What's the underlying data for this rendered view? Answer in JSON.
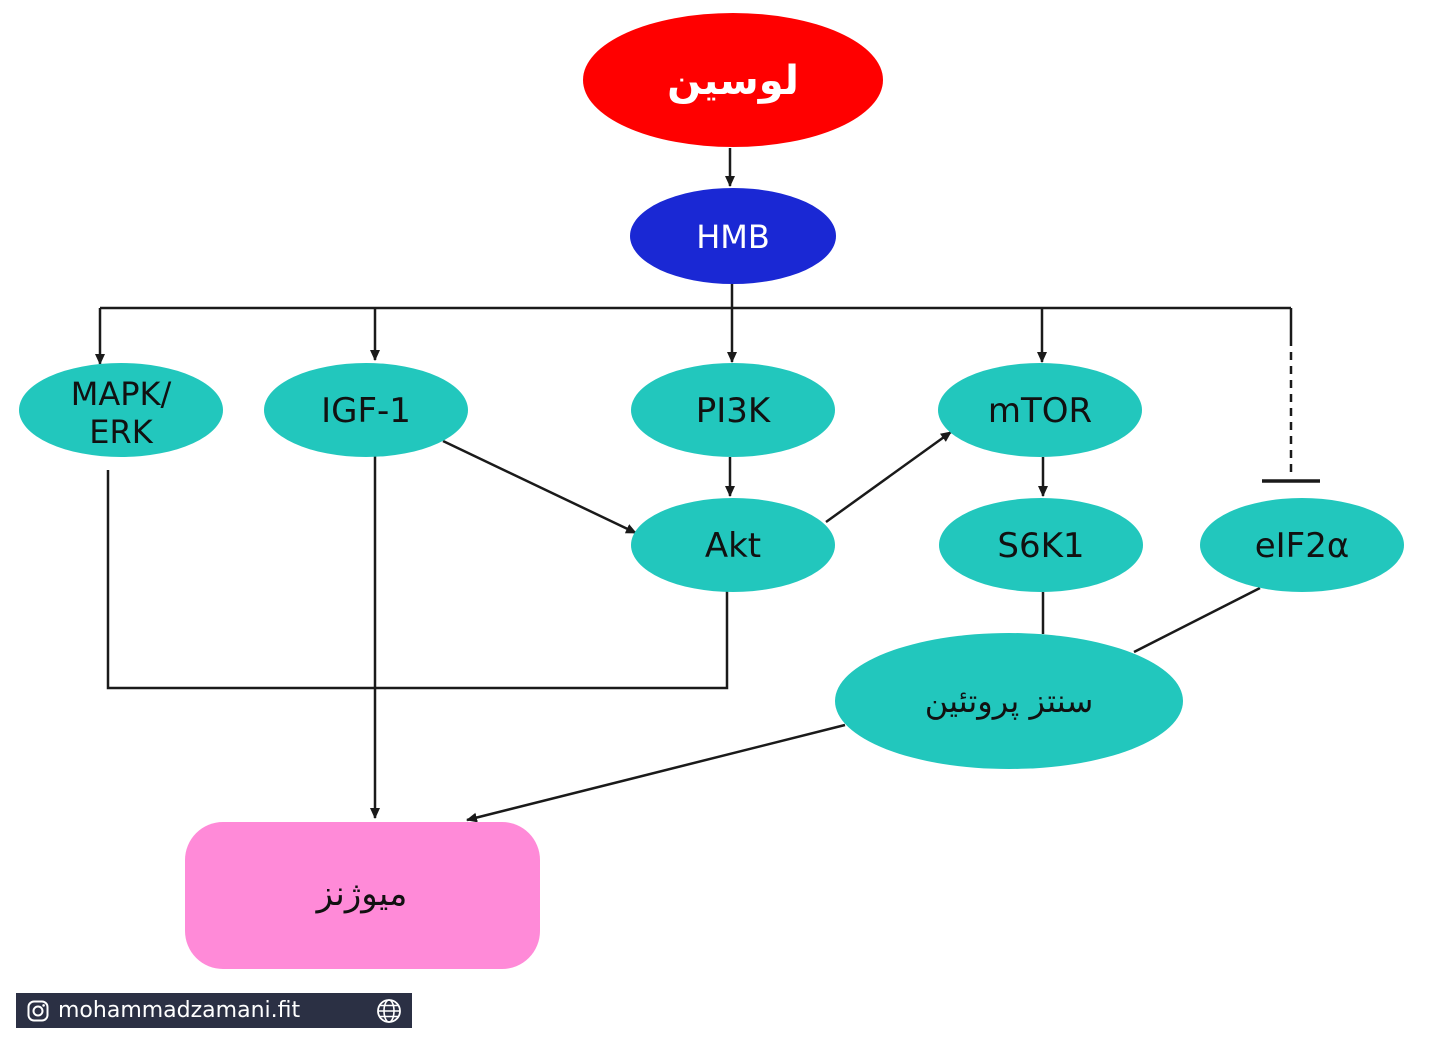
{
  "nodes": {
    "leucine": "لوسین",
    "hmb": "HMB",
    "mapk_line1": "MAPK/",
    "mapk_line2": "ERK",
    "igf1": "IGF-1",
    "pi3k": "PI3K",
    "mtor": "mTOR",
    "akt": "Akt",
    "s6k1": "S6K1",
    "eif2a": "eIF2α",
    "protein_synthesis": "سنتز پروتئین",
    "myogenesis": "میوژنز"
  },
  "colors": {
    "leucine": "#ff0000",
    "hmb": "#1a28d4",
    "teal": "#22c7bd",
    "myogenesis": "#ff8ad8",
    "footer_bg": "#2b3044"
  },
  "footer": {
    "handle": "mohammadzamani.fit",
    "left_icon": "instagram-icon",
    "right_icon": "globe-icon"
  }
}
